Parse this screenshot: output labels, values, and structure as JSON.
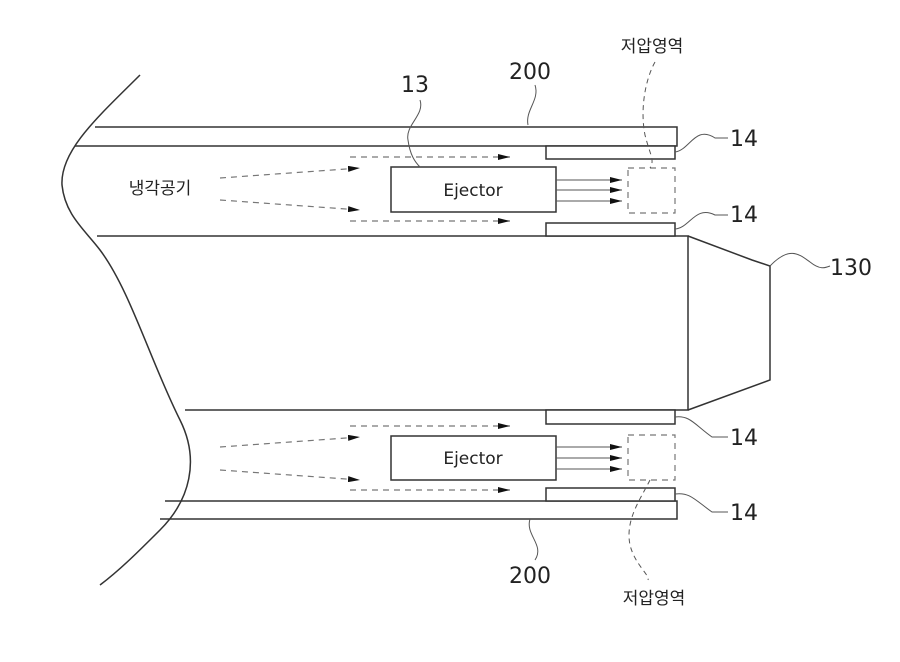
{
  "labels": {
    "ejector_ref": "13",
    "wall_ref_top": "200",
    "wall_ref_bottom": "200",
    "low_pressure_top": "저압영역",
    "low_pressure_bottom": "저압영역",
    "lip_ref_1": "14",
    "lip_ref_2": "14",
    "lip_ref_3": "14",
    "lip_ref_4": "14",
    "nozzle_ref": "130",
    "cooling_air": "냉각공기"
  },
  "components": {
    "ejector_top": "Ejector",
    "ejector_bottom": "Ejector"
  }
}
